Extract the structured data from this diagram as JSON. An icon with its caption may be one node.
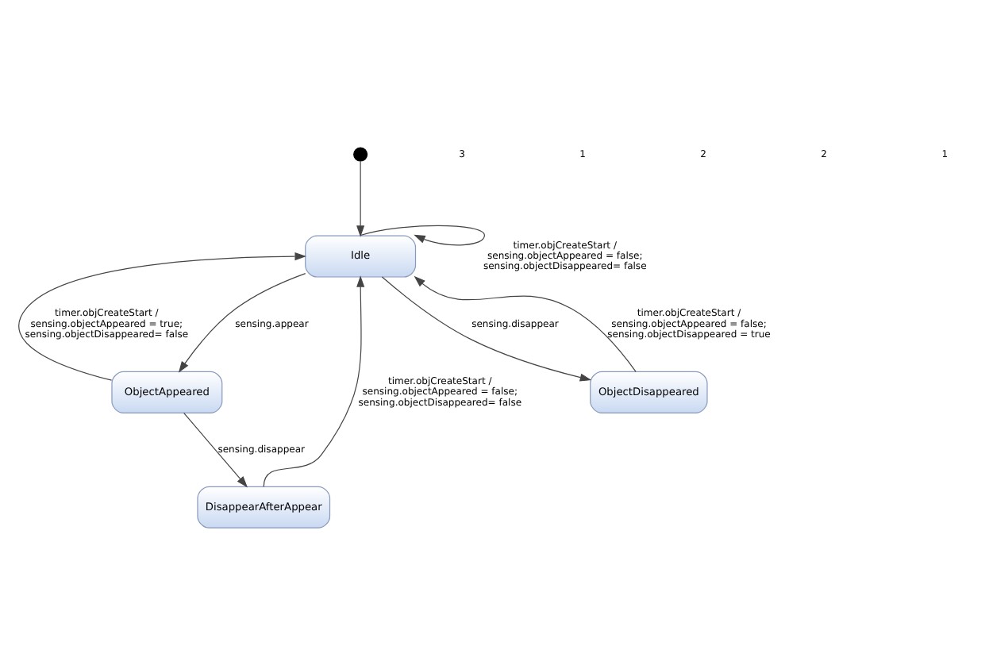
{
  "diagram": {
    "nodes": [
      {
        "text": [],
        "shape": "circle"
      },
      {
        "text": [
          "Idle"
        ]
      },
      {
        "text": [
          "ObjectAppeared"
        ]
      },
      {
        "text": [
          "ObjectDisappeared"
        ]
      },
      {
        "text": [
          "DisappearAfterAppear"
        ]
      }
    ],
    "edges": [
      {
        "from": 0,
        "to": 1,
        "arrow": "to"
      },
      {
        "from": 1,
        "to": 1,
        "arrow": "to",
        "label": "timer.objCreateStart / sensing.objectAppeared = false; sensing.objectDisappeared= false"
      },
      {
        "from": 1,
        "to": 2,
        "arrow": "to",
        "label": "sensing.appear"
      },
      {
        "from": 1,
        "to": 3,
        "arrow": "to",
        "label": "sensing.disappear"
      },
      {
        "from": 2,
        "to": 1,
        "arrow": "to",
        "label": "timer.objCreateStart / sensing.objectAppeared = true; sensing.objectDisappeared= false"
      },
      {
        "from": 3,
        "to": 1,
        "arrow": "to",
        "label": "timer.objCreateStart / sensing.objectAppeared = false; sensing.objectDisappeared = true"
      },
      {
        "from": 2,
        "to": 4,
        "arrow": "to",
        "label": "sensing.disappear"
      },
      {
        "from": 4,
        "to": 1,
        "arrow": "to",
        "label": "timer.objCreateStart / sensing.objectAppeared = false; sensing.objectDisappeared= false"
      }
    ],
    "labels": [
      "3",
      "1",
      "2",
      "2",
      "1"
    ]
  }
}
